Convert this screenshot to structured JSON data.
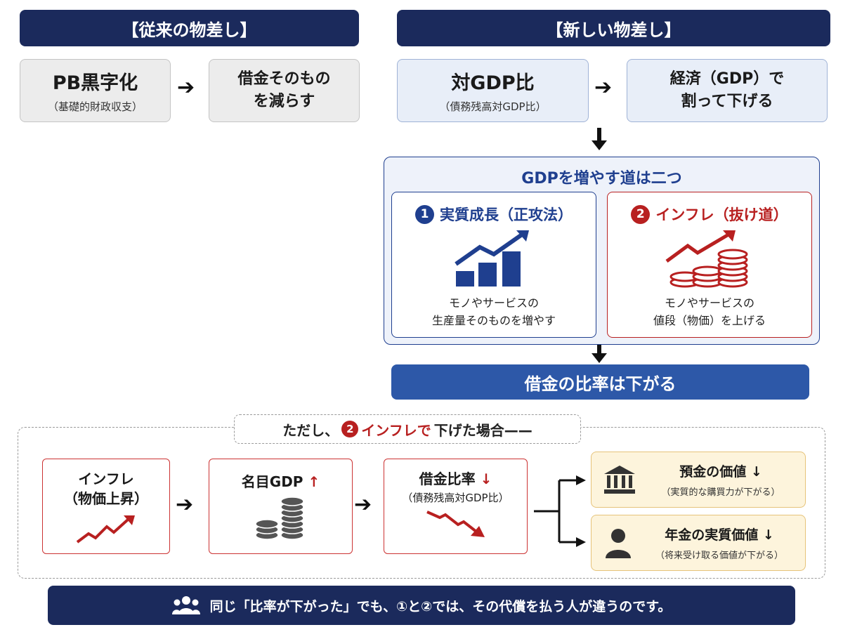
{
  "header": {
    "left_title": "【従来の物差し】",
    "right_title": "【新しい物差し】"
  },
  "traditional": {
    "box1_main": "PB黒字化",
    "box1_sub": "（基礎的財政収支）",
    "box2_line1": "借金そのもの",
    "box2_line2": "を減らす"
  },
  "new_measure": {
    "box1_main": "対GDP比",
    "box1_sub": "（債務残高対GDP比）",
    "box2_line1": "経済（GDP）で",
    "box2_line2": "割って下げる"
  },
  "two_paths": {
    "title": "GDPを増やす道は二つ",
    "path1": {
      "number": "1",
      "label": "実質成長（正攻法）",
      "desc_line1": "モノやサービスの",
      "desc_line2": "生産量そのものを増やす"
    },
    "path2": {
      "number": "2",
      "label": "インフレ（抜け道）",
      "desc_line1": "モノやサービスの",
      "desc_line2": "値段（物価）を上げる"
    }
  },
  "result_bar": "借金の比率は下がる",
  "inflation_case": {
    "header_prefix": "ただし、",
    "header_number": "2",
    "header_highlight": "インフレで",
    "header_suffix": "下げた場合——",
    "step1_line1": "インフレ",
    "step1_line2": "（物価上昇）",
    "step2_title": "名目GDP",
    "step2_arrow": "↑",
    "step3_title": "借金比率",
    "step3_arrow": "↓",
    "step3_sub": "（債務残高対GDP比）",
    "outcome1_title": "預金の価値 ↓",
    "outcome1_sub": "（実質的な購買力が下がる）",
    "outcome2_title": "年金の実質価値 ↓",
    "outcome2_sub": "（将来受け取る価値が下がる）"
  },
  "footer": "同じ「比率が下がった」でも、①と②では、その代償を払う人が違うのです。",
  "colors": {
    "navy": "#1b2a5c",
    "blue": "#1f3f8f",
    "red": "#b82020",
    "result_blue": "#2d58a8"
  },
  "icons": [
    "right-arrow-icon",
    "down-arrow-icon",
    "bar-growth-chart-icon",
    "coin-stack-icon",
    "zigzag-up-icon",
    "zigzag-down-icon",
    "bank-icon",
    "person-icon",
    "people-group-icon"
  ]
}
